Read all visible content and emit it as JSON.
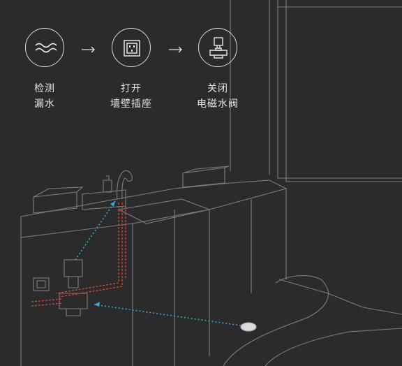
{
  "steps": [
    {
      "icon": "water-waves-icon",
      "line1": "检测",
      "line2": "漏水"
    },
    {
      "icon": "wall-socket-icon",
      "line1": "打开",
      "line2": "墙壁插座"
    },
    {
      "icon": "water-valve-icon",
      "line1": "关闭",
      "line2": "电磁水阀"
    }
  ],
  "colors": {
    "background": "#2b2b2b",
    "line": "#8a8a8a",
    "pipe": "#d9473a",
    "signal": "#3aa7d8"
  }
}
